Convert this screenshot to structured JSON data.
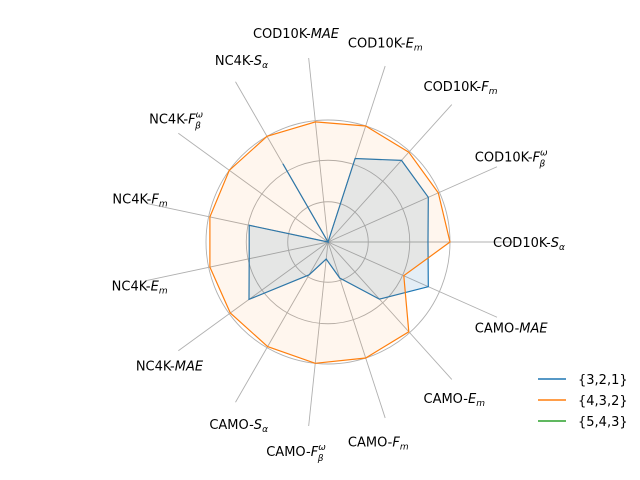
{
  "chart_data": {
    "type": "radar",
    "axes": [
      {
        "base": "COD10K-",
        "sym": "S",
        "sub": "α",
        "sup": ""
      },
      {
        "base": "COD10K-",
        "sym": "F",
        "sub": "β",
        "sup": "ω"
      },
      {
        "base": "COD10K-",
        "sym": "F",
        "sub": "m",
        "sup": ""
      },
      {
        "base": "COD10K-",
        "sym": "E",
        "sub": "m",
        "sup": ""
      },
      {
        "base": "COD10K-",
        "sym": "MAE",
        "sub": "",
        "sup": ""
      },
      {
        "base": "NC4K-",
        "sym": "S",
        "sub": "α",
        "sup": ""
      },
      {
        "base": "NC4K-",
        "sym": "F",
        "sub": "β",
        "sup": "ω"
      },
      {
        "base": "NC4K-",
        "sym": "F",
        "sub": "m",
        "sup": ""
      },
      {
        "base": "NC4K-",
        "sym": "E",
        "sub": "m",
        "sup": ""
      },
      {
        "base": "NC4K-",
        "sym": "MAE",
        "sub": "",
        "sup": ""
      },
      {
        "base": "CAMO-",
        "sym": "S",
        "sub": "α",
        "sup": ""
      },
      {
        "base": "CAMO-",
        "sym": "F",
        "sub": "β",
        "sup": "ω"
      },
      {
        "base": "CAMO-",
        "sym": "F",
        "sub": "m",
        "sup": ""
      },
      {
        "base": "CAMO-",
        "sym": "E",
        "sub": "m",
        "sup": ""
      },
      {
        "base": "CAMO-",
        "sym": "MAE",
        "sub": "",
        "sup": ""
      }
    ],
    "series": [
      {
        "name": "{3,2,1}",
        "color": "#1f77b4",
        "fill": "rgba(31,119,180,0.12)",
        "values": [
          0.82,
          0.9,
          0.9,
          0.72,
          0.0,
          0.74,
          0.0,
          0.66,
          0.66,
          0.8,
          0.31,
          0.14,
          0.31,
          0.63,
          0.9
        ]
      },
      {
        "name": "{4,3,2}",
        "color": "#ff7f0e",
        "fill": "rgba(255,127,14,0.07)",
        "values": [
          1.0,
          0.99,
          0.99,
          1.0,
          0.99,
          1.0,
          1.0,
          0.99,
          0.99,
          0.99,
          0.99,
          1.0,
          1.0,
          0.99,
          0.68
        ]
      },
      {
        "name": "{5,4,3}",
        "color": "#2ca02c",
        "fill": "none",
        "values": []
      }
    ],
    "rlim": [
      0,
      1
    ],
    "rgrid": [
      0.33,
      0.67,
      1.0
    ],
    "grid": true,
    "legend_position": "bottom-right"
  }
}
